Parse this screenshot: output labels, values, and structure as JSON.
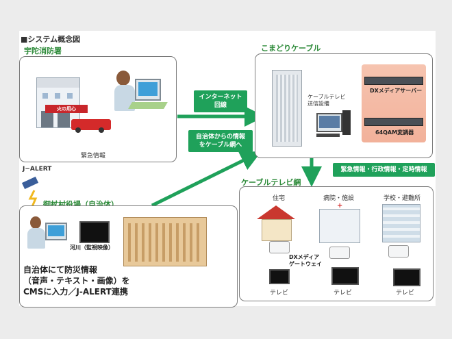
{
  "header": "■システム概念図",
  "uda": {
    "title": "宇陀消防署",
    "caption": "緊急情報",
    "sign_text": "火の用心"
  },
  "cable": {
    "title": "こまどりケーブル",
    "equipment_label": "ケーブルテレビ\n送信設備",
    "server_label": "DXメディアサーバー",
    "modulator_label": "64QAM変調器"
  },
  "arrows": {
    "internet": "インターネット\n回線",
    "municipal": "自治体からの情報\nをケーブル網へ",
    "cable_info": "緊急情報・行政情報・定時情報"
  },
  "jalert": "J−ALERT",
  "village": {
    "title": "御杖村役場（自治体）",
    "river": "河川（監視映像）",
    "description": "自治体にて防災情報\n（音声・テキスト・画像）を\nCMSに入力／J-ALERT連携"
  },
  "network": {
    "title": "ケーブルテレビ網",
    "sites": [
      "住宅",
      "病院・施設",
      "学校・避難所"
    ],
    "gateway": "DXメディア\nゲートウェイ",
    "tv": "テレビ"
  },
  "colors": {
    "accent_green": "#1fa15a",
    "title_green": "#2e8b3a",
    "server_bg": "#f2b8a3"
  }
}
